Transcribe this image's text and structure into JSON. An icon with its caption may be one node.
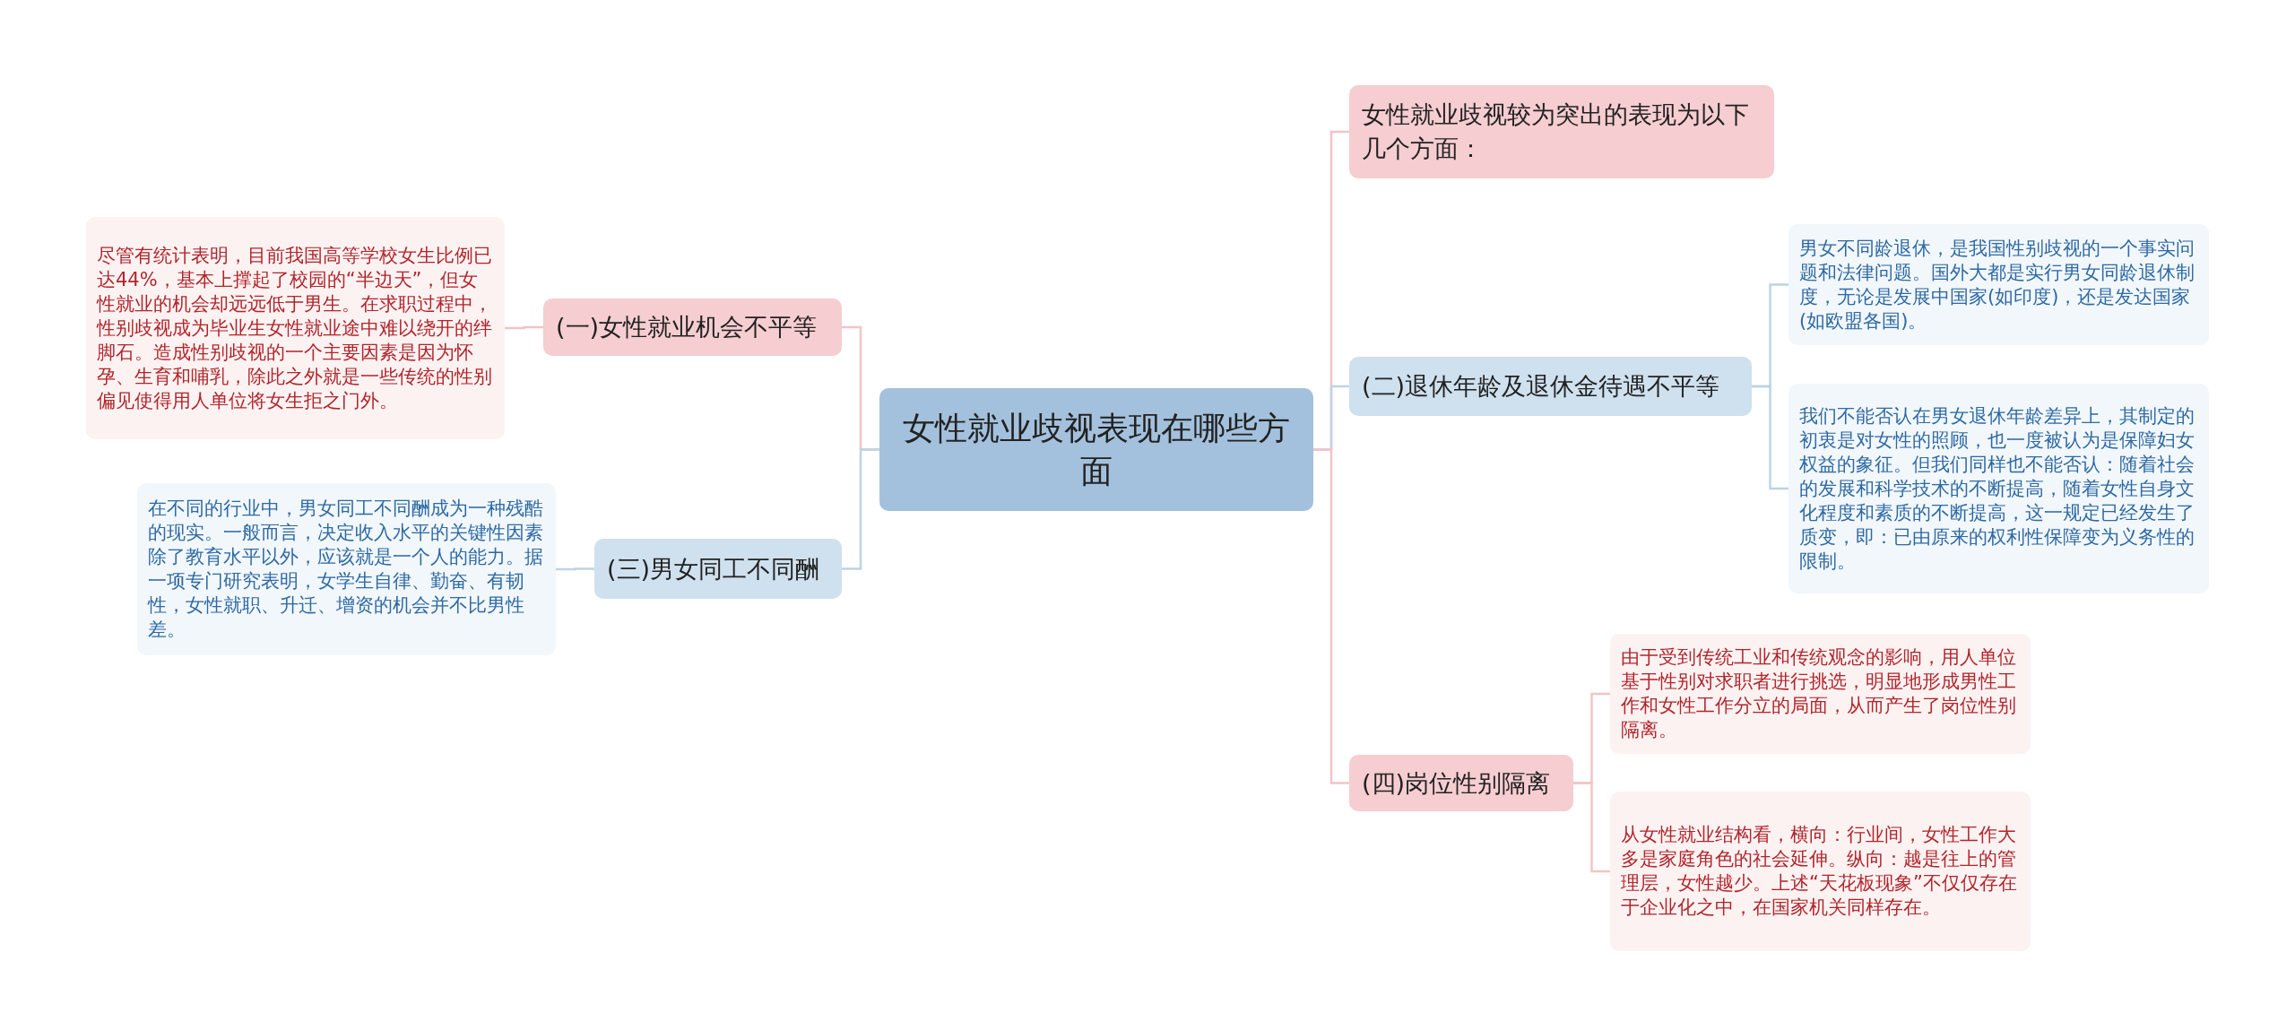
{
  "diagram": {
    "nodes": [
      {
        "text": [
          "女性就业歧视表现在哪些方面"
        ]
      },
      {
        "text": [
          "女性就业歧视较为突出的表现为以下几个方面："
        ]
      },
      {
        "text": [
          "(一)女性就业机会不平等"
        ]
      },
      {
        "text": [
          "尽管有统计表明，目前我国高等学校女生比例已达44%，基本上撑起了校园的“半边天”，但女性就业的机会却远远低于男生。在求职过程中，性别歧视成为毕业生女性就业途中难以绕开的绊脚石。造成性别歧视的一个主要因素是因为怀孕、生育和哺乳，除此之外就是一些传统的性别偏见使得用人单位将女生拒之门外。"
        ]
      },
      {
        "text": [
          "(二)退休年龄及退休金待遇不平等"
        ]
      },
      {
        "text": [
          "男女不同龄退休，是我国性别歧视的一个事实问题和法律问题。国外大都是实行男女同龄退休制度，无论是发展中国家(如印度)，还是发达国家(如欧盟各国)。"
        ]
      },
      {
        "text": [
          "我们不能否认在男女退休年龄差异上，其制定的初衷是对女性的照顾，也一度被认为是保障妇女权益的象征。但我们同样也不能否认：随着社会的发展和科学技术的不断提高，随着女性自身文化程度和素质的不断提高，这一规定已经发生了质变，即：已由原来的权利性保障变为义务性的限制。"
        ]
      },
      {
        "text": [
          "(三)男女同工不同酬"
        ]
      },
      {
        "text": [
          "在不同的行业中，男女同工不同酬成为一种残酷的现实。一般而言，决定收入水平的关键性因素除了教育水平以外，应该就是一个人的能力。据一项专门研究表明，女学生自律、勤奋、有韧性，女性就职、升迁、增资的机会并不比男性差。"
        ]
      },
      {
        "text": [
          "(四)岗位性别隔离"
        ]
      },
      {
        "text": [
          "由于受到传统工业和传统观念的影响，用人单位基于性别对求职者进行挑选，明显地形成男性工作和女性工作分立的局面，从而产生了岗位性别隔离。"
        ]
      },
      {
        "text": [
          "从女性就业结构看，横向：行业间，女性工作大多是家庭角色的社会延伸。纵向：越是往上的管理层，女性越少。上述“天花板现象”不仅仅存在于企业化之中，在国家机关同样存在。"
        ]
      }
    ],
    "edges": [
      {
        "from": 0,
        "to": 1,
        "arrow": "none"
      },
      {
        "from": 0,
        "to": 2,
        "arrow": "none"
      },
      {
        "from": 2,
        "to": 3,
        "arrow": "none"
      },
      {
        "from": 0,
        "to": 4,
        "arrow": "none",
        "color": "#bcd3e6"
      },
      {
        "from": 4,
        "to": 5,
        "arrow": "none",
        "color": "#bcd3e6"
      },
      {
        "from": 4,
        "to": 6,
        "arrow": "none",
        "color": "#bcd3e6"
      },
      {
        "from": 0,
        "to": 7,
        "arrow": "none",
        "color": "#bcd3e6"
      },
      {
        "from": 7,
        "to": 8,
        "arrow": "none",
        "color": "#bcd3e6"
      },
      {
        "from": 0,
        "to": 9,
        "arrow": "none"
      },
      {
        "from": 9,
        "to": 10,
        "arrow": "none"
      },
      {
        "from": 9,
        "to": 11,
        "arrow": "none"
      }
    ]
  }
}
